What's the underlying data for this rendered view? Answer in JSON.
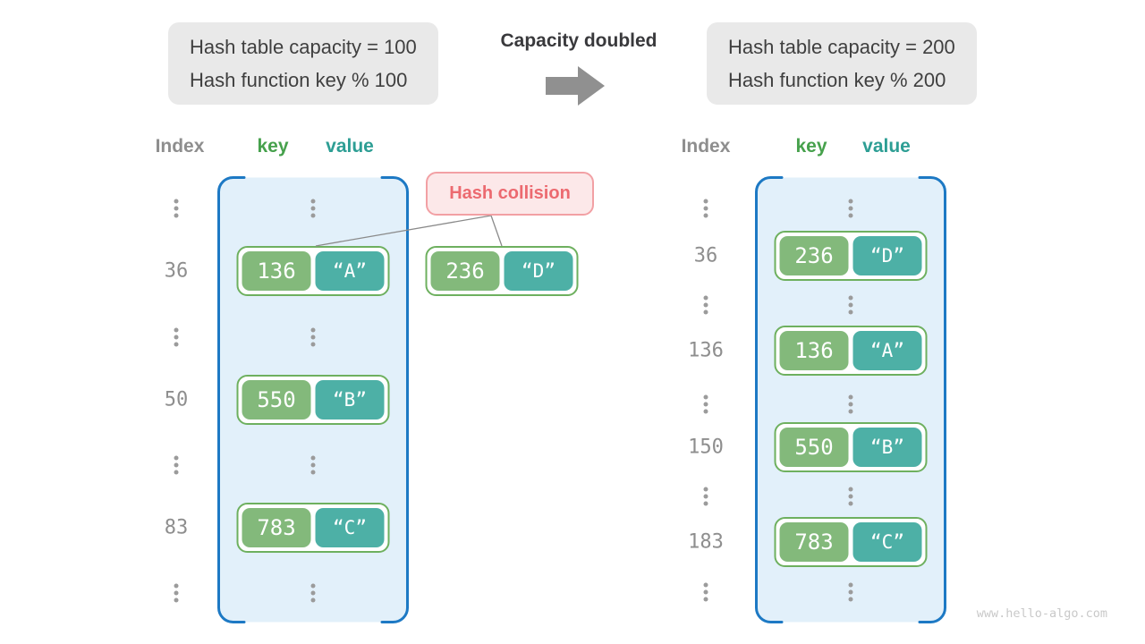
{
  "info_before": {
    "line1": "Hash table capacity = 100",
    "line2": "Hash function key % 100"
  },
  "info_after": {
    "line1": "Hash table capacity = 200",
    "line2": "Hash function key % 200"
  },
  "transition_label": "Capacity doubled",
  "collision": {
    "label": "Hash collision",
    "pair": {
      "key": "236",
      "value": "“D”"
    }
  },
  "left_table": {
    "headers": {
      "index": "Index",
      "key": "key",
      "value": "value"
    },
    "indices": [
      "36",
      "50",
      "83"
    ],
    "pairs": [
      {
        "key": "136",
        "value": "“A”"
      },
      {
        "key": "550",
        "value": "“B”"
      },
      {
        "key": "783",
        "value": "“C”"
      }
    ]
  },
  "right_table": {
    "headers": {
      "index": "Index",
      "key": "key",
      "value": "value"
    },
    "indices": [
      "36",
      "136",
      "150",
      "183"
    ],
    "pairs": [
      {
        "key": "236",
        "value": "“D”"
      },
      {
        "key": "136",
        "value": "“A”"
      },
      {
        "key": "550",
        "value": "“B”"
      },
      {
        "key": "783",
        "value": "“C”"
      }
    ]
  },
  "watermark": "www.hello-algo.com",
  "colors": {
    "key_green": "#83b97b",
    "value_teal": "#4db0a6",
    "pair_border_green": "#6eb05f",
    "table_fill_blue": "#e2f0fa",
    "table_border_blue": "#1d79c4",
    "collision_text_red": "#ec6a70",
    "collision_fill_pink": "#fce8e9",
    "collision_border_pink": "#f2a0a4",
    "info_box_gray": "#e9e9e9",
    "index_gray": "#8e8e8e",
    "key_header_green": "#46a14c",
    "value_header_teal": "#2d9e94",
    "arrow_gray": "#909090"
  }
}
